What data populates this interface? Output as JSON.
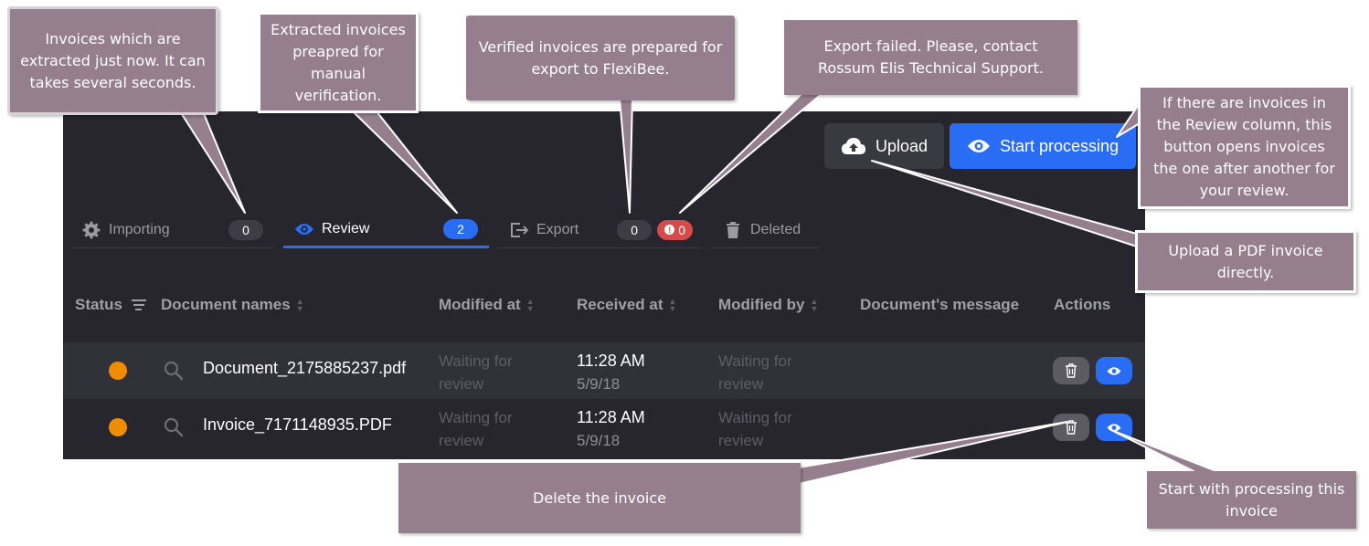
{
  "toolbar": {
    "upload_label": "Upload",
    "start_label": "Start processing"
  },
  "tabs": [
    {
      "label": "Importing",
      "count": "0",
      "icon": "gear-icon"
    },
    {
      "label": "Review",
      "count": "2",
      "icon": "eye-icon"
    },
    {
      "label": "Export",
      "count": "0",
      "error_count": "0",
      "icon": "export-icon"
    },
    {
      "label": "Deleted",
      "icon": "trash-icon"
    }
  ],
  "table": {
    "columns": [
      "Status",
      "Document names",
      "Modified at",
      "Received at",
      "Modified by",
      "Document's message",
      "Actions"
    ],
    "rows": [
      {
        "name": "Document_2175885237.pdf",
        "modified_at": "Waiting for review",
        "received_time": "11:28 AM",
        "received_date": "5/9/18",
        "modified_by": "Waiting for review",
        "message": ""
      },
      {
        "name": "Invoice_7171148935.PDF",
        "modified_at": "Waiting for review",
        "received_time": "11:28 AM",
        "received_date": "5/9/18",
        "modified_by": "Waiting for review",
        "message": ""
      }
    ]
  },
  "callouts": {
    "importing": "Invoices which are extracted just now. It can takes several seconds.",
    "review": "Extracted invoices preapred for manual verification.",
    "export": "Verified invoices are prepared for export to FlexiBee.",
    "export_failed": "Export failed. Please, contact Rossum Elis Technical Support.",
    "start_processing": "If there are invoices in the Review column, this button opens invoices the one after another for your review.",
    "upload": "Upload a PDF invoice directly.",
    "delete": "Delete the invoice",
    "start_one": "Start with processing this invoice"
  },
  "colors": {
    "panel": "#27262e",
    "accent": "#2a6df5",
    "error": "#d84a4a",
    "status_orange": "#f08c00",
    "callout": "#957f8f"
  }
}
